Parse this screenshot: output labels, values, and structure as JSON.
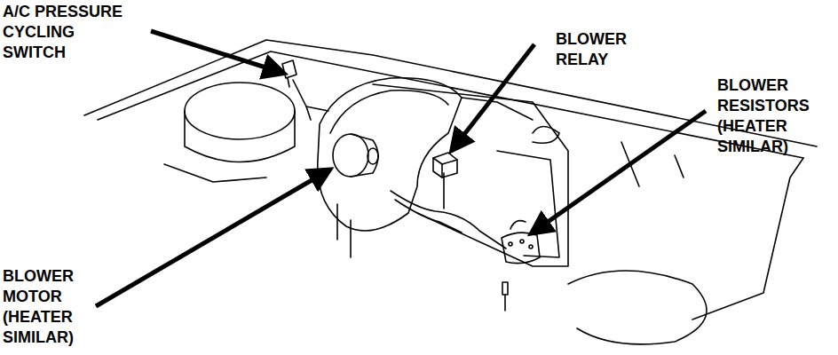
{
  "diagram": {
    "labels": [
      "A/C PRESSURE CYCLING SWITCH",
      "BLOWER RELAY",
      "BLOWER RESISTORS (HEATER SIMILAR)",
      "BLOWER MOTOR (HEATER SIMILAR)"
    ]
  }
}
